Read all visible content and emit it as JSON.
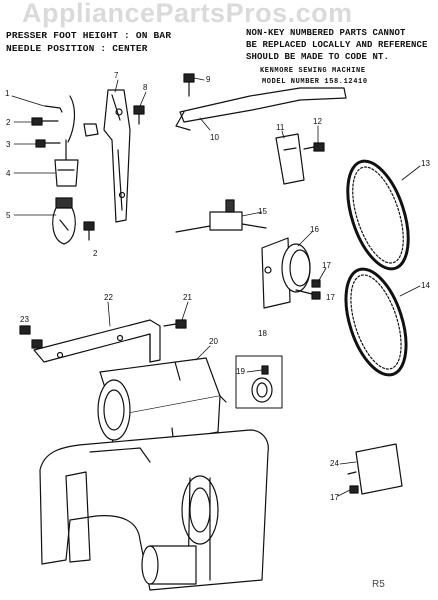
{
  "watermark": "AppliancePartsPros.com",
  "header_left": {
    "line1": "PRESSER FOOT HEIGHT : ON BAR",
    "line2": "NEEDLE POSITION : CENTER"
  },
  "header_right": {
    "line1": "NON-KEY NUMBERED PARTS CANNOT",
    "line2": "BE REPLACED LOCALLY AND REFERENCE",
    "line3": "SHOULD BE MADE TO CODE NT.",
    "brand": "KENMORE SEWING MACHINE",
    "model": "MODEL NUMBER 158.12410"
  },
  "part_labels": {
    "p1": "1",
    "p2a": "2",
    "p2b": "2",
    "p3": "3",
    "p4": "4",
    "p5": "5",
    "p7": "7",
    "p8": "8",
    "p9": "9",
    "p10": "10",
    "p11": "11",
    "p12": "12",
    "p13": "13",
    "p14": "14",
    "p15": "15",
    "p16": "16",
    "p17a": "17",
    "p17b": "17",
    "p17c": "17",
    "p18": "18",
    "p19": "19",
    "p20": "20",
    "p21": "21",
    "p22": "22",
    "p23": "23",
    "p24": "24"
  },
  "footer_code": "R5",
  "colors": {
    "ink": "#111111",
    "watermark": "#969696"
  }
}
